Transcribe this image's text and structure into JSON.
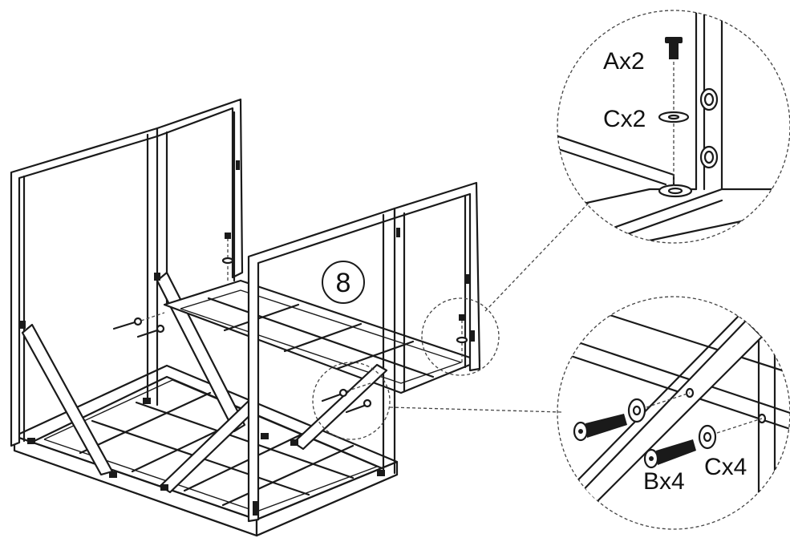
{
  "step": {
    "number": "8"
  },
  "callouts": {
    "top": {
      "parts": [
        {
          "label": "Ax2",
          "icon": "screw-icon"
        },
        {
          "label": "Cx2",
          "icon": "washer-icon"
        }
      ]
    },
    "bottom": {
      "parts": [
        {
          "label": "Bx4",
          "icon": "bolt-icon"
        },
        {
          "label": "Cx4",
          "icon": "washer-icon"
        }
      ]
    }
  },
  "colors": {
    "line": "#1a1a1a",
    "background": "#ffffff"
  }
}
